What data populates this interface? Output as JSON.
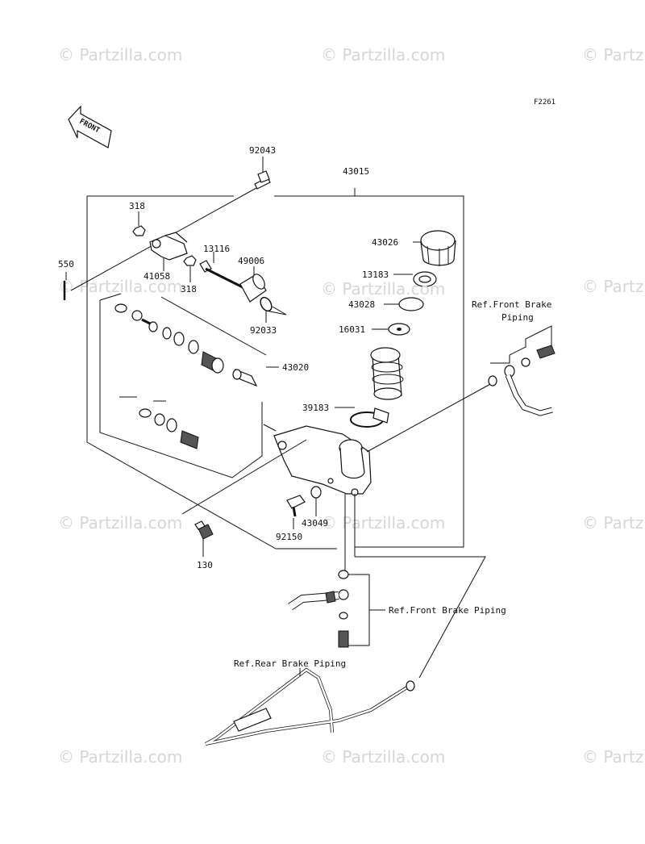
{
  "diagram": {
    "figure_code": "F2261",
    "front_arrow_label": "FRONT",
    "watermark": "© Partzilla.com",
    "center_watermark": "© Partzilla.com",
    "parts": {
      "p92043": "92043",
      "p43015": "43015",
      "p318a": "318",
      "p550": "550",
      "p41058": "41058",
      "p318b": "318",
      "p13116": "13116",
      "p49006": "49006",
      "p92033": "92033",
      "p43026": "43026",
      "p13183": "13183",
      "p43028": "43028",
      "p16031": "16031",
      "p43020": "43020",
      "p39183": "39183",
      "p43049": "43049",
      "p92150": "92150",
      "p130": "130"
    },
    "refs": {
      "front_brake_piping_1_line1": "Ref.Front Brake",
      "front_brake_piping_1_line2": "Piping",
      "front_brake_piping_2": "Ref.Front Brake Piping",
      "rear_brake_piping": "Ref.Rear Brake Piping"
    }
  }
}
